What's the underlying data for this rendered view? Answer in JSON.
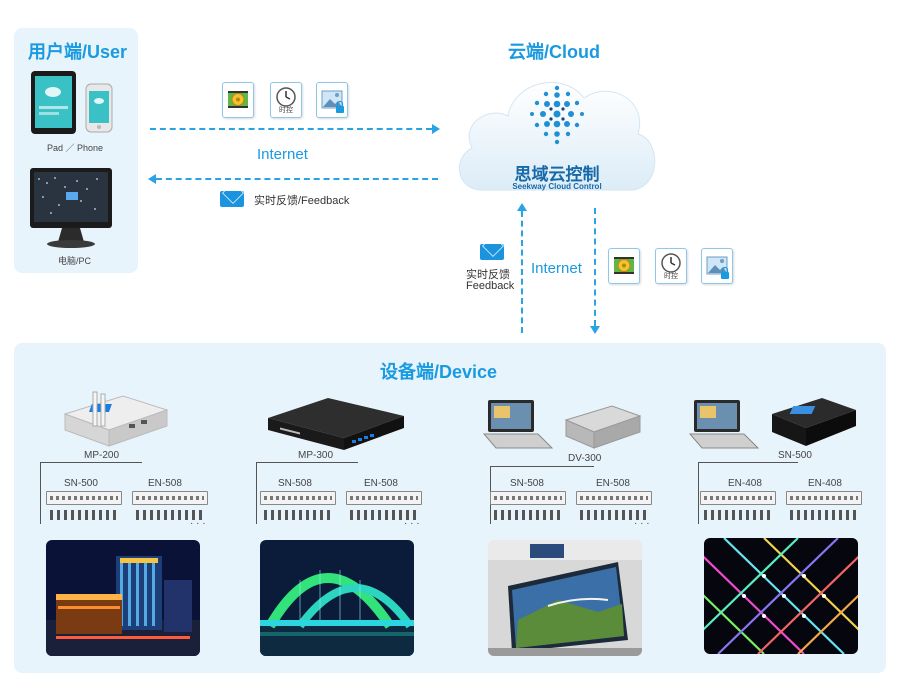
{
  "user": {
    "title": "用户端/User",
    "pad_label": "Pad ／ Phone",
    "pc_label": "电脑/PC"
  },
  "cloud": {
    "title": "云端/Cloud",
    "brand_cn": "思域云控制",
    "brand_en": "Seekway Cloud Control"
  },
  "links": {
    "internet_h": "Internet",
    "feedback_h": "实时反馈/Feedback",
    "internet_v": "Internet",
    "feedback_v_cn": "实时反馈",
    "feedback_v_en": "Feedback"
  },
  "icons": {
    "timer_caption": "时控",
    "names": [
      "film-reel-icon",
      "clock-timer-icon",
      "locked-image-icon",
      "mail-icon"
    ]
  },
  "device": {
    "title": "设备端/Device",
    "groups": [
      {
        "controller": "MP-200",
        "left_box": "SN-500",
        "right_box": "EN-508",
        "scene": "building-facade-night"
      },
      {
        "controller": "MP-300",
        "left_box": "SN-508",
        "right_box": "EN-508",
        "scene": "arch-bridge-green-lights"
      },
      {
        "controller": "DV-300",
        "left_box": "SN-508",
        "right_box": "EN-508",
        "scene": "indoor-led-video-wall"
      },
      {
        "controller": "SN-500",
        "left_box": "EN-408",
        "right_box": "EN-408",
        "scene": "led-mesh-grid"
      }
    ],
    "ellipsis": "· · ·"
  },
  "colors": {
    "accent": "#1a9ae0",
    "panel": "#e8f4fc",
    "line": "#29a3e3",
    "brand": "#1669a8"
  }
}
